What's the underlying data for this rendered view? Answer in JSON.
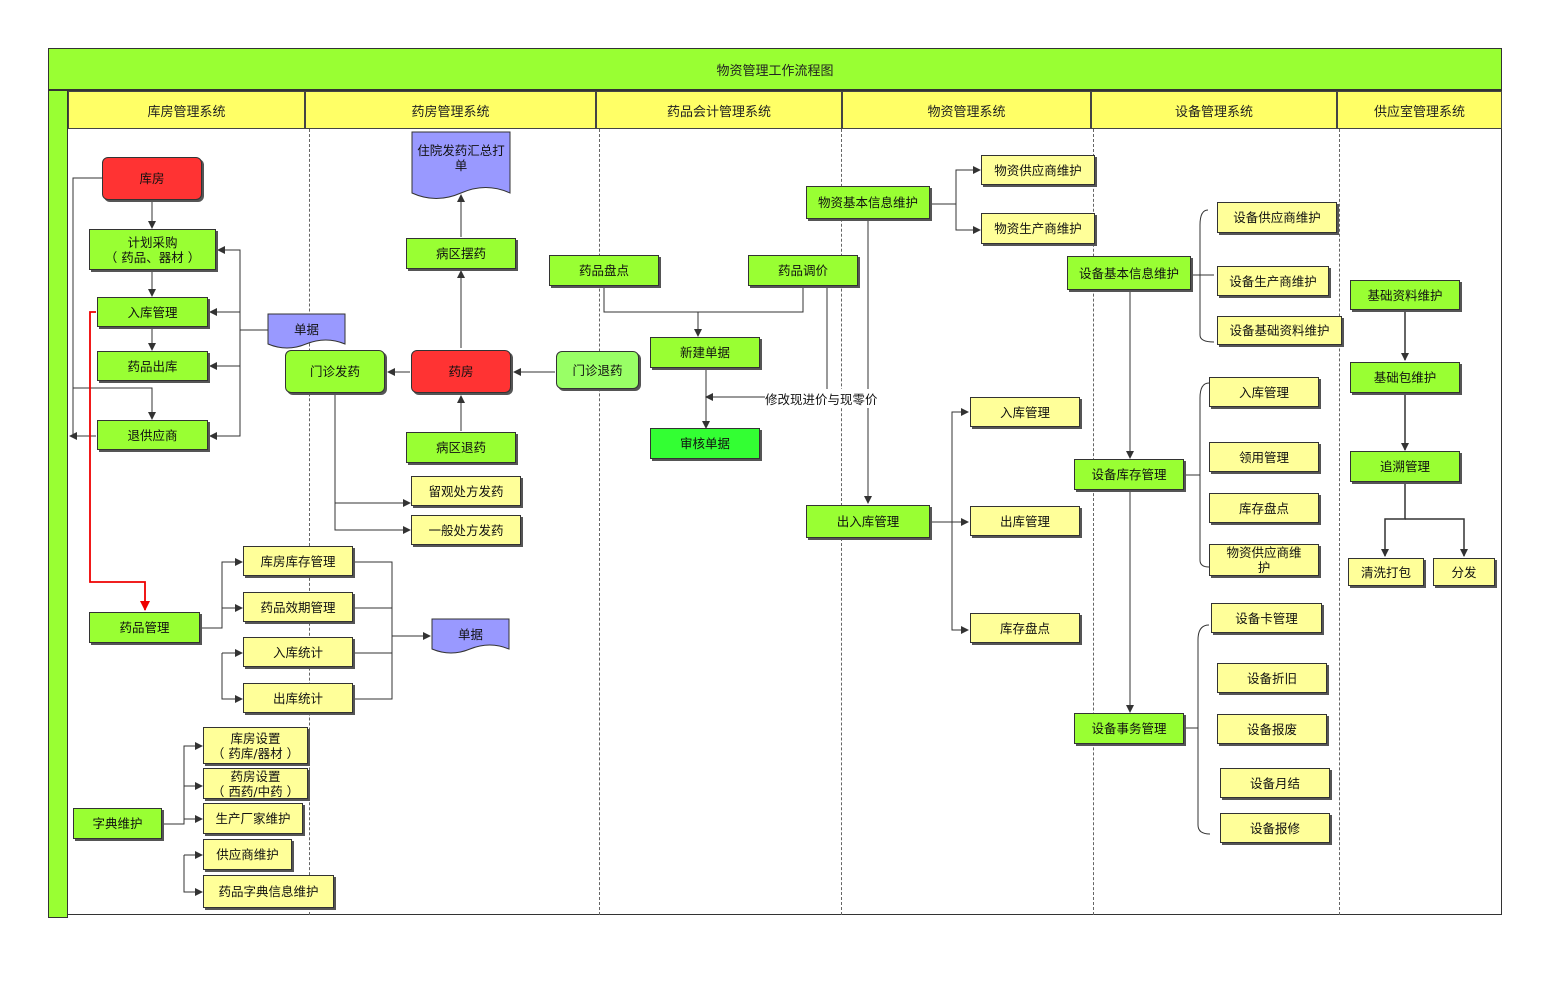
{
  "title": "物资管理工作流程图",
  "lanes": [
    "库房管理系统",
    "药房管理系统",
    "药品会计管理系统",
    "物资管理系统",
    "设备管理系统",
    "供应室管理系统"
  ],
  "nodes": {
    "kufang": "库房",
    "jihua": "计划采购\n（ 药品、器材 ）",
    "ruku1": "入库管理",
    "yaopinchuku": "药品出库",
    "tuigongying": "退供应商",
    "danju1": "单据",
    "yaopinguanli": "药品管理",
    "kufangkucun": "库房库存管理",
    "xiaoqi": "药品效期管理",
    "rukutongji": "入库统计",
    "chukutongji": "出库统计",
    "danju2": "单据",
    "zidian": "字典维护",
    "kufangshezhi": "库房设置\n（ 药库/器材 ）",
    "yaofangshezhi": "药房设置\n（ 西药/中药 ）",
    "changjia": "生产厂家维护",
    "gongyingshang": "供应商维护",
    "zidianxinxi": "药品字典信息维护",
    "zhuyuan": "住院发药汇总打\n单",
    "baiyao": "病区摆药",
    "menzhenfayao": "门诊发药",
    "yaofang": "药房",
    "menzhentuiyao": "门诊退药",
    "tuiyao": "病区退药",
    "liuguan": "留观处方发药",
    "yiban": "一般处方发药",
    "pandian": "药品盘点",
    "tiaojia": "药品调价",
    "xinjian": "新建单据",
    "shenhe": "审核单据",
    "xiugai": "修改现进价与现零价",
    "wzjiben": "物资基本信息维护",
    "wzgongying": "物资供应商维护",
    "wzshengchan": "物资生产商维护",
    "churuku": "出入库管理",
    "wzruku": "入库管理",
    "wzchuku": "出库管理",
    "wzpandian": "库存盘点",
    "sbjiben": "设备基本信息维护",
    "sbgongying": "设备供应商维护",
    "sbshengchan": "设备生产商维护",
    "sbziliao": "设备基础资料维护",
    "sbkucun": "设备库存管理",
    "sbruku": "入库管理",
    "sblingyong": "领用管理",
    "sbpandian": "库存盘点",
    "sbwzgys": "物资供应商维\n护",
    "sbshiwu": "设备事务管理",
    "sbka": "设备卡管理",
    "sbzhejiu": "设备折旧",
    "sbbaofei": "设备报废",
    "sbyuejie": "设备月结",
    "sbbaoxiu": "设备报修",
    "jichuziliao": "基础资料维护",
    "jichubao": "基础包维护",
    "zhuisu": "追溯管理",
    "qingxi": "清洗打包",
    "fenfa": "分发"
  },
  "colors": {
    "green": "#99ff33",
    "yellow": "#ffff99",
    "red": "#ff3333",
    "bright_green": "#33ff33",
    "document": "#9999ff",
    "highlight_arrow": "#ee0000"
  }
}
